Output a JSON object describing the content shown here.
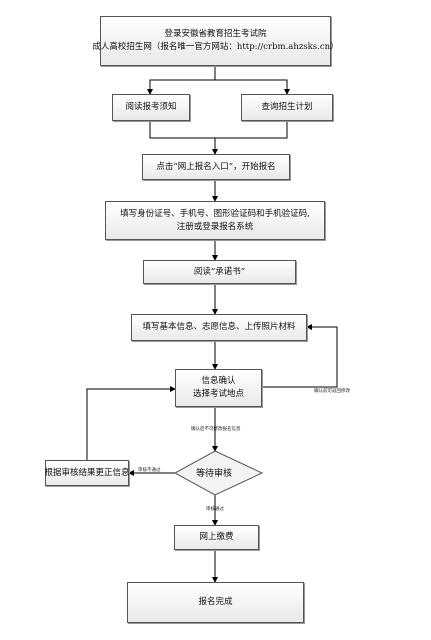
{
  "nodes": {
    "start": [
      "登录安徽省教育招生考试院",
      "成人高校招生网（报名唯一官方网站：http://crbm.ahzsks.cn）"
    ],
    "read_notice": "阅读报考须知",
    "query_plan": "查询招生计划",
    "click_entry": "点击“网上报名入口”，开始报名",
    "register": [
      "填写身份证号、手机号、图形验证码和手机验证码,",
      "注册或登录报名系统"
    ],
    "read_promise": "阅读“承诺书”",
    "fill_info": "填写基本信息、志愿信息、上传照片材料",
    "confirm": [
      "信息确认",
      "选择考试地点"
    ],
    "review": "等待审核",
    "correct": "根据审核结果更正信息",
    "pay": "网上缴费",
    "done": "报名完成"
  },
  "edge_labels": {
    "before_confirm": "确认前可返回修改",
    "after_confirm": "确认后不可修改报名信息",
    "not_passed": "审核不通过",
    "passed": "审核通过"
  }
}
